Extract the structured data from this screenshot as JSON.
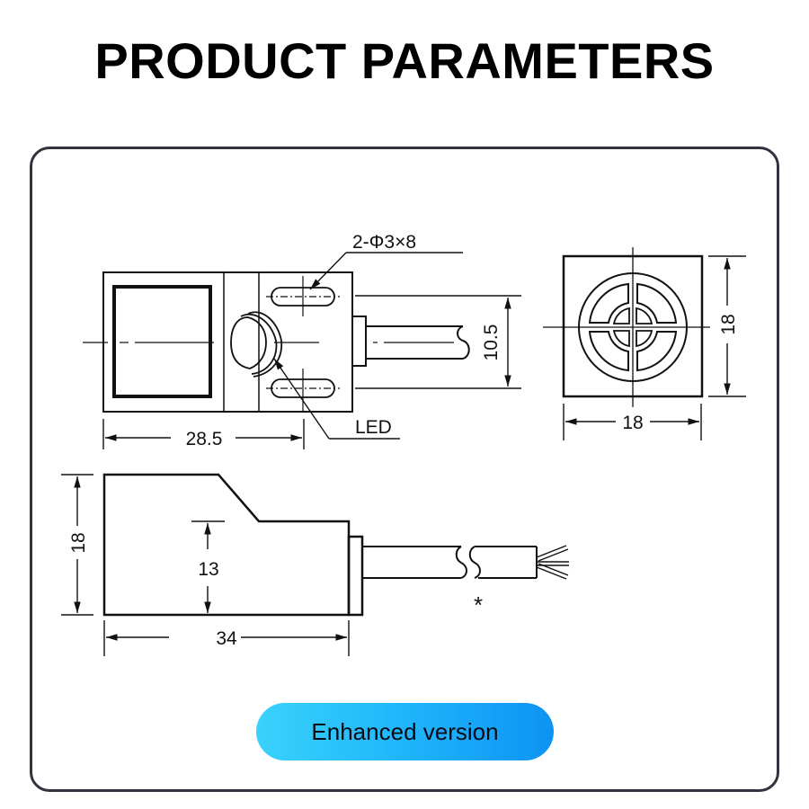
{
  "header": {
    "title": "PRODUCT PARAMETERS"
  },
  "drawing": {
    "top_view": {
      "mounting_holes_label": "2-Φ3×8",
      "length_dim": "28.5",
      "hole_spacing_dim": "10.5",
      "led_label": "LED"
    },
    "front_view": {
      "width_dim": "18",
      "height_dim": "18"
    },
    "side_view": {
      "height_dim": "18",
      "step_height_dim": "13",
      "length_dim": "34",
      "cable_note": "*"
    }
  },
  "badge": {
    "label": "Enhanced version",
    "gradient_start": "#3ad2fb",
    "gradient_end": "#0d93f4"
  },
  "colors": {
    "card_border": "#33323f",
    "line": "#111111"
  }
}
